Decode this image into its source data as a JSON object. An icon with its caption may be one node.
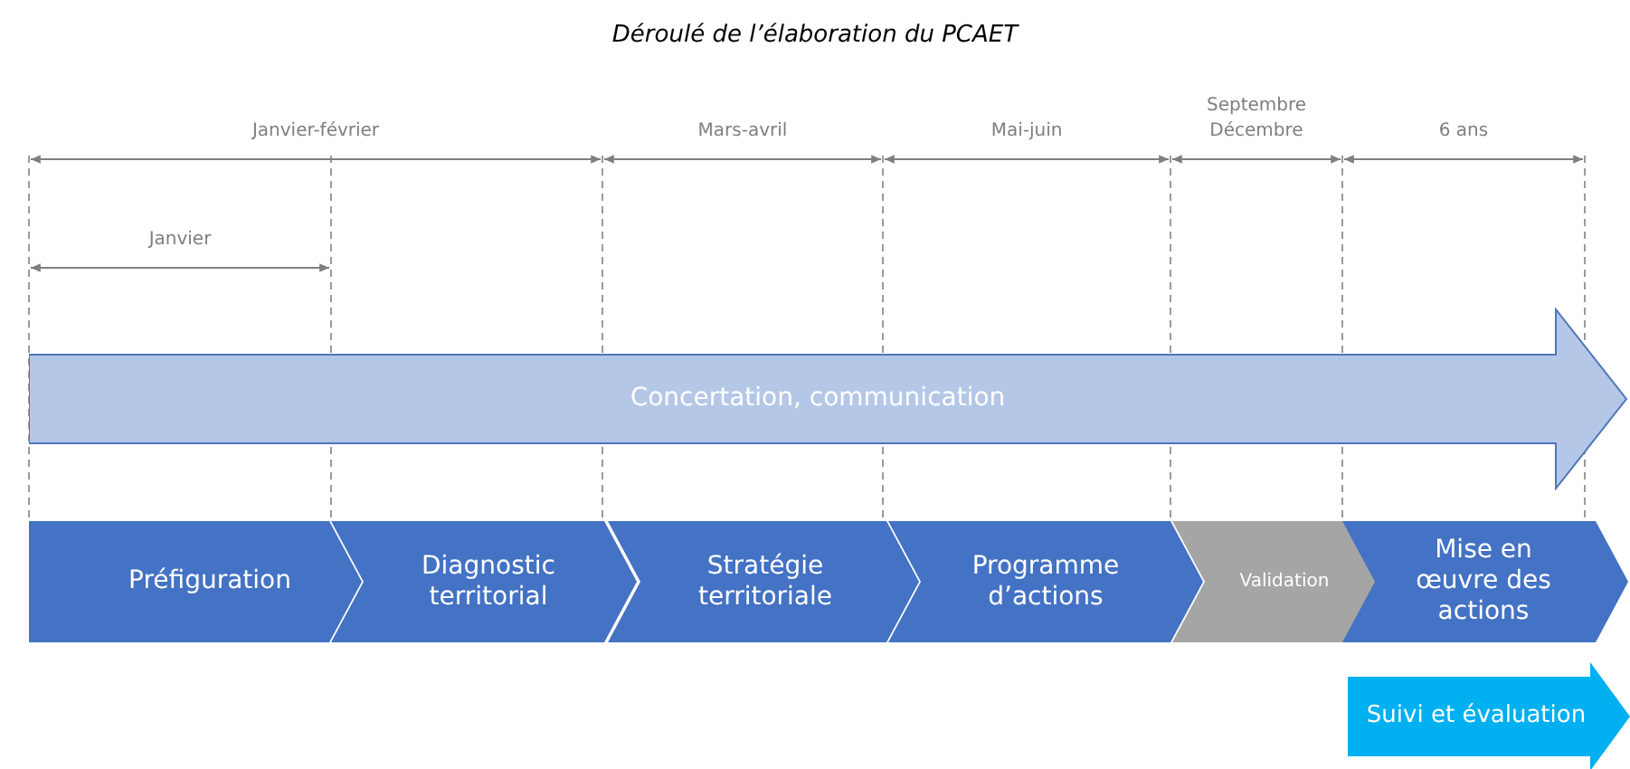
{
  "diagram": {
    "title": "Déroulé de l’élaboration du PCAET",
    "nodes": [
      {
        "text": [
          "Concertation, communication"
        ]
      },
      {
        "text": [
          "Préfiguration"
        ]
      },
      {
        "text": [
          "Diagnostic territorial"
        ]
      },
      {
        "text": [
          "Stratégie territoriale"
        ]
      },
      {
        "text": [
          "Programme d’actions"
        ]
      },
      {
        "text": [
          "Validation"
        ]
      },
      {
        "text": [
          "Mise en œuvre des actions"
        ]
      },
      {
        "text": [
          "Suivi et évaluation"
        ]
      }
    ],
    "edges": [],
    "labels": [
      "Janvier-février",
      "Mars-avril",
      "Mai-juin",
      "Septembre Décembre",
      "6 ans",
      "Janvier"
    ]
  }
}
